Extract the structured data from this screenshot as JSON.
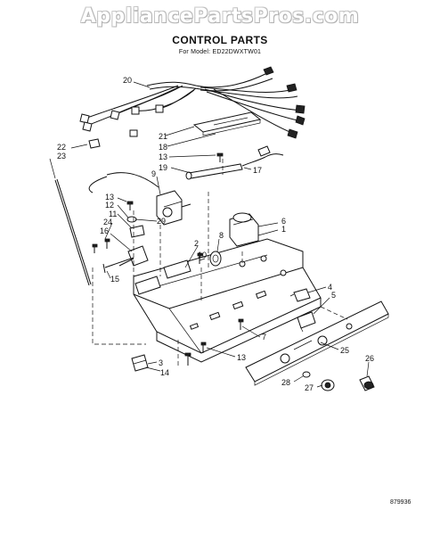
{
  "watermark": "AppliancePartsPros.com",
  "title": "CONTROL PARTS",
  "model_line": "For Model: ED22DWXTW01",
  "diagram_code": "879936",
  "callouts": [
    "20",
    "21",
    "18",
    "13",
    "19",
    "17",
    "22",
    "23",
    "9",
    "13",
    "12",
    "29",
    "11",
    "24",
    "16",
    "15",
    "2",
    "10",
    "8",
    "6",
    "1",
    "4",
    "5",
    "7",
    "13",
    "3",
    "14",
    "25",
    "26",
    "28",
    "27"
  ]
}
